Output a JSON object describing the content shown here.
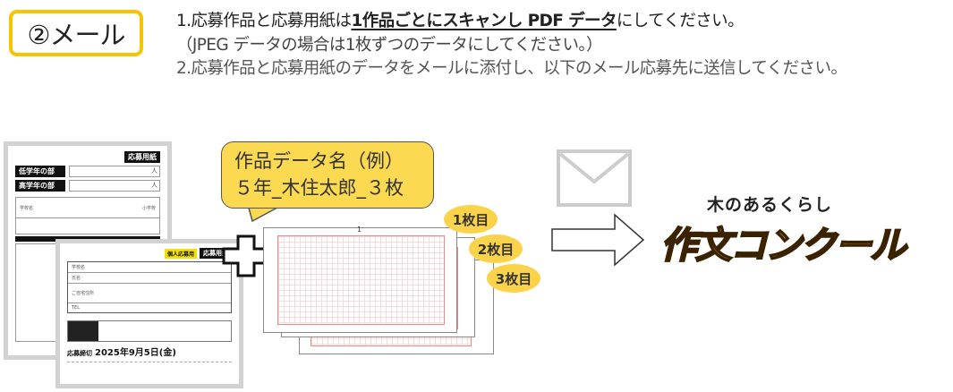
{
  "badge": {
    "label": "②メール"
  },
  "instructions": {
    "line1_pre": "1.応募作品と応募用紙は",
    "line1_emph": "1作品ごとにスキャンし PDF データ",
    "line1_post": "にしてください。",
    "line2": "（JPEG データの場合は1枚ずつのデータにしてください。）",
    "line3": "2.応募作品と応募用紙のデータをメールに添付し、以下のメール応募先に送信してください。"
  },
  "school_form": {
    "title": "応募用紙",
    "lower_grade": "低学年の部",
    "upper_grade": "高学年の部",
    "unit": "人",
    "school_label": "学校名",
    "school_suffix": "小学校"
  },
  "individual_form": {
    "tag": "個人応募用",
    "title": "応募用紙",
    "fields": [
      "学校名",
      "氏名",
      "ご自宅住所",
      "TEL"
    ],
    "deadline_label": "応募締切",
    "deadline": "2025年9月5日(金)"
  },
  "bubble": {
    "line1": "作品データ名（例）",
    "line2": "５年_木住太郎_３枚"
  },
  "pages": [
    {
      "label": "1枚目"
    },
    {
      "label": "2枚目"
    },
    {
      "label": "3枚目"
    }
  ],
  "sheet_number": "1",
  "logo": {
    "top": "木のあるくらし",
    "main": "作文コンクール"
  }
}
